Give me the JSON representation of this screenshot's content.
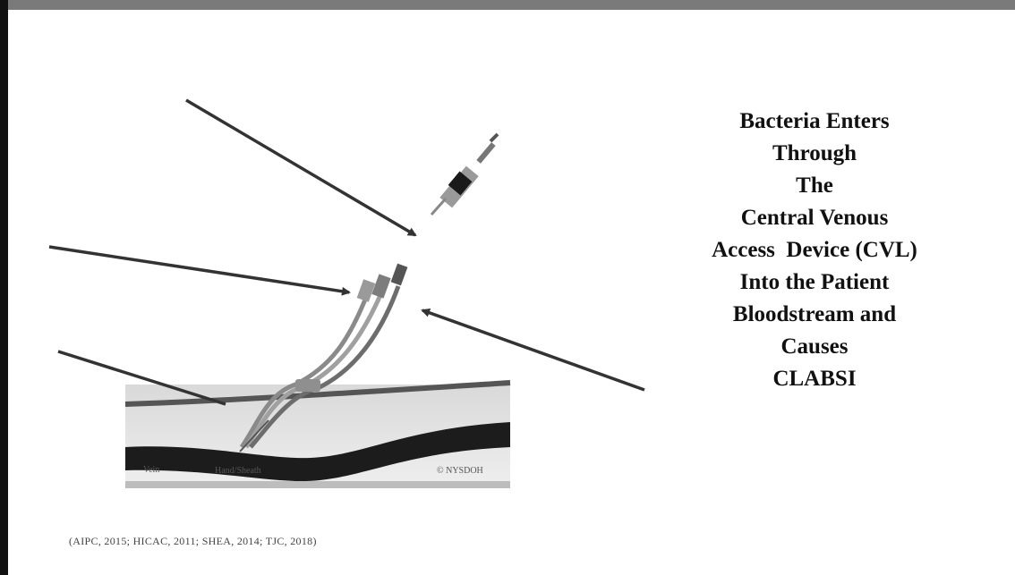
{
  "caption_lines": [
    "Bacteria Enters",
    "Through",
    "The",
    "Central Venous",
    "Access  Device (CVL)",
    "Into the Patient",
    "Bloodstream and",
    "Causes",
    "CLABSI"
  ],
  "illustration": {
    "label_vein": "Vein",
    "label_middle": "Hand/Sheath",
    "label_copyright": "© NYSDOH"
  },
  "citation": "(AIPC, 2015; HICAC, 2011; SHEA, 2014; TJC, 2018)",
  "colors": {
    "arrow": "#333333",
    "text": "#111111",
    "frame_top": "#7a7a7a",
    "frame_left": "#111111"
  }
}
